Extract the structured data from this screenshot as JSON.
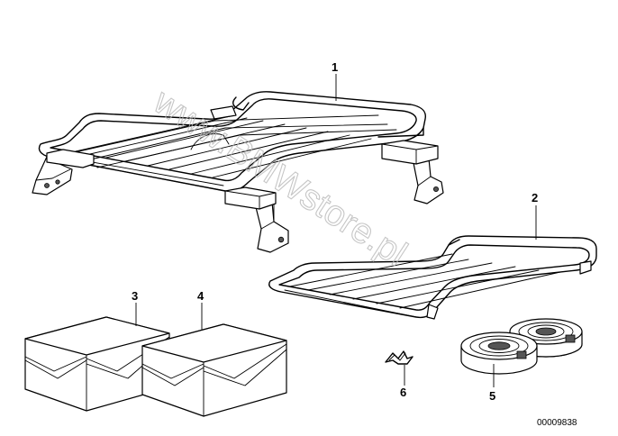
{
  "diagram": {
    "callouts": [
      {
        "id": "1",
        "label": "1"
      },
      {
        "id": "2",
        "label": "2"
      },
      {
        "id": "3",
        "label": "3"
      },
      {
        "id": "4",
        "label": "4"
      },
      {
        "id": "5",
        "label": "5"
      },
      {
        "id": "6",
        "label": "6"
      }
    ],
    "document_number": "00009838",
    "watermark": "www.BMWstore.pl"
  },
  "colors": {
    "line": "#000000",
    "background": "#ffffff",
    "watermark": "#b8b8b8"
  }
}
